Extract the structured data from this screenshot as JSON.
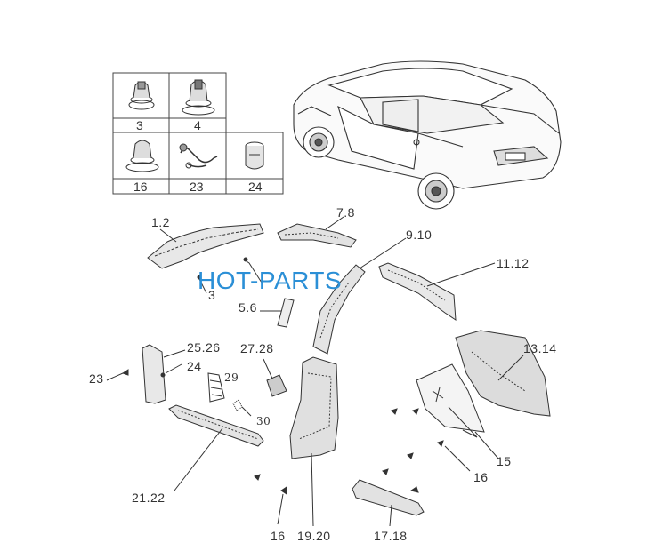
{
  "watermark": "HOT-PARTS",
  "legend_box": {
    "cells": [
      "3",
      "4",
      "16",
      "23",
      "24"
    ]
  },
  "callouts": {
    "c_1_2": "1.2",
    "c_3": "3",
    "c_5_6": "5.6",
    "c_7_8": "7.8",
    "c_9_10": "9.10",
    "c_11_12": "11.12",
    "c_13_14": "13.14",
    "c_15": "15",
    "c_16_right": "16",
    "c_16_bottom": "16",
    "c_17_18": "17.18",
    "c_19_20": "19.20",
    "c_21_22": "21.22",
    "c_23": "23",
    "c_24": "24",
    "c_25_26": "25.26",
    "c_27_28": "27.28",
    "c_29": "29",
    "c_30": "30"
  }
}
